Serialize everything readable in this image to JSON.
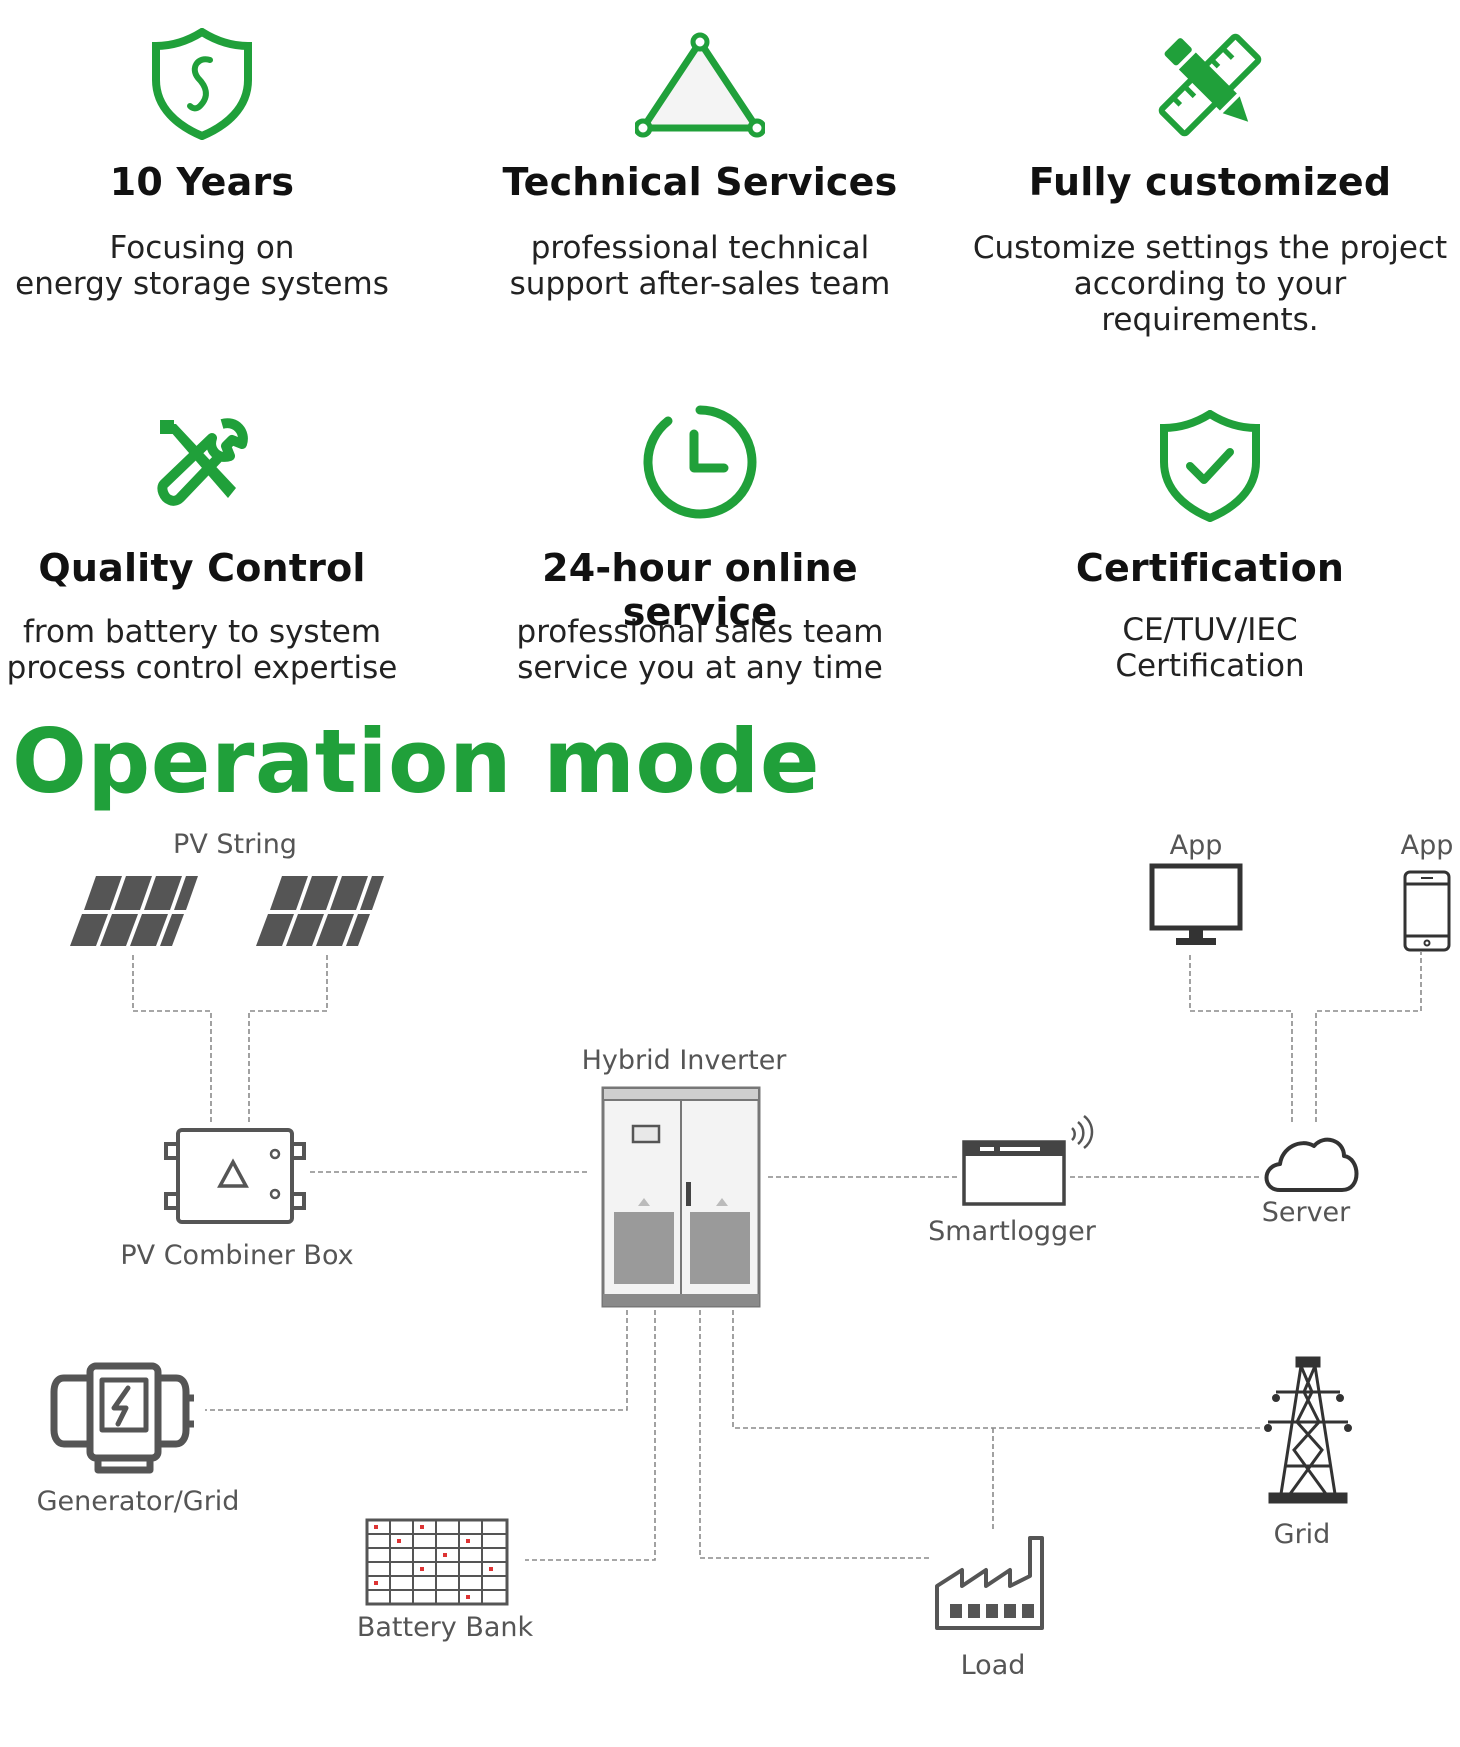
{
  "colors": {
    "accent": "#20a03a",
    "text": "#111111",
    "muted": "#555555",
    "line": "#8a8a8a"
  },
  "features": [
    {
      "icon": "shield-s-icon",
      "title": "10 Years",
      "desc": [
        "Focusing on",
        "energy storage systems"
      ]
    },
    {
      "icon": "triangle-icon",
      "title": "Technical Services",
      "desc": [
        "professional technical",
        "support after-sales team"
      ]
    },
    {
      "icon": "pencil-ruler-icon",
      "title": "Fully customized",
      "desc": [
        "Customize settings the project",
        "according to your requirements."
      ]
    },
    {
      "icon": "tools-icon",
      "title": "Quality Control",
      "desc": [
        "from battery  to system",
        "process control expertise"
      ]
    },
    {
      "icon": "clock-icon",
      "title": "24-hour online service",
      "desc": [
        "professional sales team",
        "service you at any time"
      ]
    },
    {
      "icon": "shield-check-icon",
      "title": "Certification",
      "desc": [
        "CE/TUV/IEC",
        "Certification"
      ]
    }
  ],
  "section_title": "Operation mode",
  "diagram": {
    "nodes": {
      "pv_string": {
        "label": "PV String",
        "icon": "solar-panel-icon"
      },
      "combiner": {
        "label": "PV Combiner Box",
        "icon": "combiner-box-icon"
      },
      "inverter": {
        "label": "Hybrid Inverter",
        "icon": "inverter-cabinet-icon"
      },
      "smartlogger": {
        "label": "Smartlogger",
        "icon": "smartlogger-icon"
      },
      "server": {
        "label": "Server",
        "icon": "cloud-icon"
      },
      "app_monitor": {
        "label": "App",
        "icon": "monitor-icon"
      },
      "app_phone": {
        "label": "App",
        "icon": "phone-icon"
      },
      "generator": {
        "label": "Generator/Grid",
        "icon": "generator-icon"
      },
      "battery": {
        "label": "Battery Bank",
        "icon": "battery-bank-icon"
      },
      "load": {
        "label": "Load",
        "icon": "factory-icon"
      },
      "grid": {
        "label": "Grid",
        "icon": "pylon-icon"
      }
    }
  }
}
